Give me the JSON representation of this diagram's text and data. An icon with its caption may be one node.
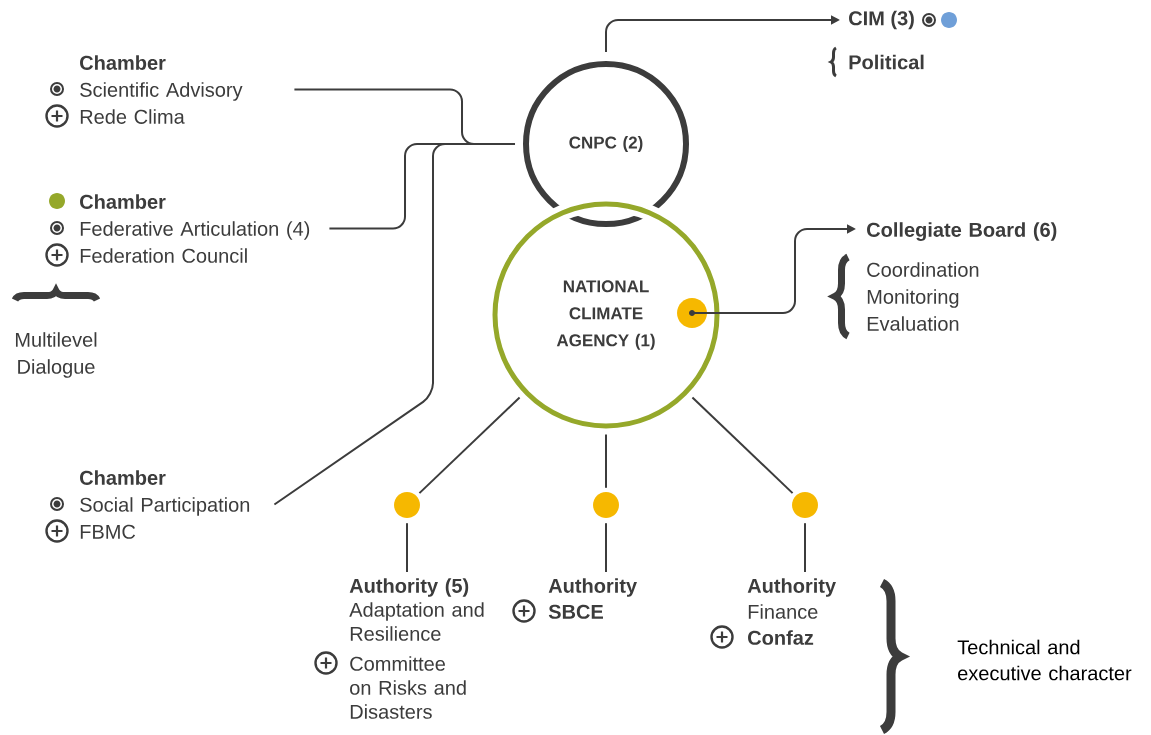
{
  "diagram": {
    "nodes": [
      {
        "text": [
          "CNPC (2)"
        ]
      },
      {
        "text": [
          "NATIONAL CLIMATE AGENCY (1)"
        ]
      },
      {
        "text": [
          "CIM (3)"
        ]
      },
      {
        "text": [
          "Chamber",
          "Scientific Advisory",
          "Rede Clima"
        ]
      },
      {
        "text": [
          "Chamber",
          "Federative Articulation (4)",
          "Federation Council"
        ]
      },
      {
        "text": [
          "Chamber",
          "Social Participation",
          "FBMC"
        ]
      },
      {
        "text": [],
        "shape": "circle",
        "in": 1
      },
      {
        "text": [
          "Collegiate Board (6)",
          "Coordination",
          "Monitoring",
          "Evaluation"
        ]
      },
      {
        "text": [],
        "shape": "circle"
      },
      {
        "text": [],
        "shape": "circle"
      },
      {
        "text": [],
        "shape": "circle"
      },
      {
        "text": [
          "Authority (5)",
          "Adaptation and Resilience",
          "Committee on Risks and Disasters"
        ]
      },
      {
        "text": [
          "Authority",
          "SBCE"
        ]
      },
      {
        "text": [
          "Authority",
          "Finance",
          "Confaz"
        ]
      }
    ],
    "edges": [
      {
        "from": 0,
        "to": 2,
        "arrow": "to"
      },
      {
        "from": 3,
        "to": 0,
        "arrow": "none"
      },
      {
        "from": 4,
        "to": 0,
        "arrow": "none"
      },
      {
        "from": 5,
        "to": 0,
        "arrow": "none"
      },
      {
        "from": 6,
        "to": 7,
        "arrow": "to"
      },
      {
        "from": 1,
        "to": 8,
        "arrow": "none"
      },
      {
        "from": 1,
        "to": 9,
        "arrow": "none"
      },
      {
        "from": 1,
        "to": 10,
        "arrow": "none"
      },
      {
        "from": 8,
        "to": 11,
        "arrow": "none"
      },
      {
        "from": 9,
        "to": 12,
        "arrow": "none"
      },
      {
        "from": 10,
        "to": 13,
        "arrow": "none"
      }
    ],
    "labels": [
      "Political",
      "Multilevel Dialogue",
      "Technical and executive character"
    ]
  }
}
